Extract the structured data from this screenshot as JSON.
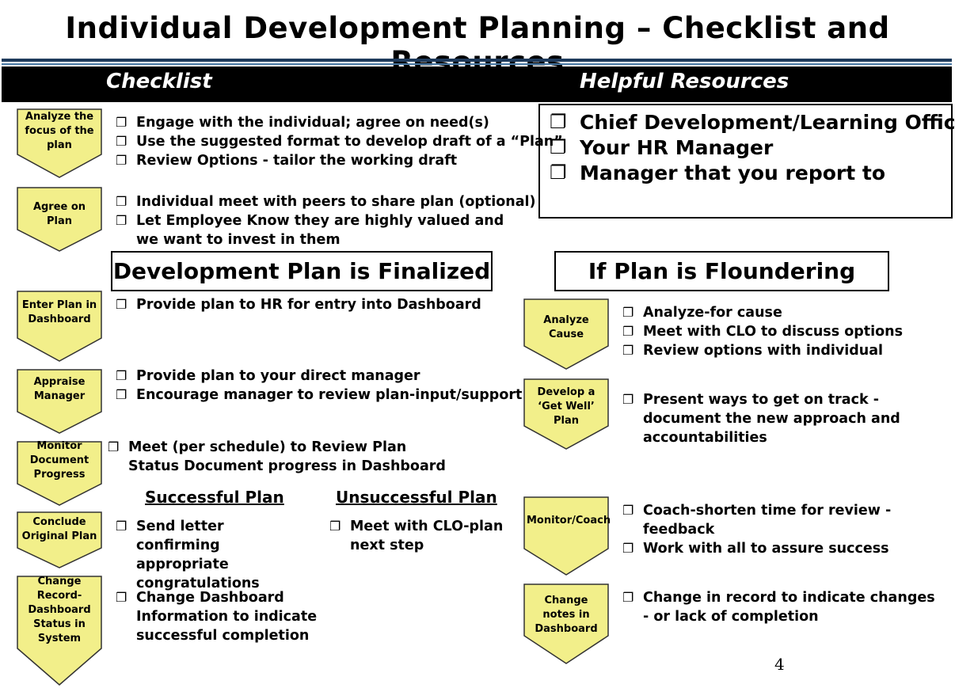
{
  "title": "Individual Development Planning – Checklist and Resources",
  "band": {
    "left": "Checklist",
    "right": "Helpful Resources"
  },
  "checkbox_icon": "❐",
  "resources": [
    "Chief Development/Learning Officer",
    "Your HR Manager",
    "Manager that you report to"
  ],
  "left_steps": {
    "analyze": "Analyze the focus of the plan",
    "agree": "Agree on Plan",
    "enter": "Enter Plan in Dashboard",
    "appraise": "Appraise Manager",
    "monitor": "Monitor Document Progress",
    "conclude": "Conclude Original Plan",
    "change": "Change Record-Dashboard Status in System"
  },
  "right_steps": {
    "cause": "Analyze Cause",
    "getwell": "Develop a ‘Get Well’ Plan",
    "coach": "Monitor/Coach",
    "notes": "Change notes in Dashboard"
  },
  "items": {
    "analyze": [
      "Engage with the individual; agree on need(s)",
      "Use the suggested format to develop draft of a “Plan”",
      "Review Options - tailor the working draft"
    ],
    "agree": [
      "Individual meet with peers to share plan (optional)",
      "Let Employee Know they are highly valued and we want to invest in them"
    ],
    "enter": [
      "Provide plan to HR for entry into Dashboard"
    ],
    "appraise": [
      "Provide plan to your direct manager",
      "Encourage manager to review plan-input/support"
    ],
    "monitor": [
      "Meet (per schedule) to Review Plan Status Document progress in Dashboard"
    ],
    "conclude_success": [
      "Send letter confirming appropriate congratulations"
    ],
    "conclude_fail": [
      "Meet with CLO-plan next step"
    ],
    "change": [
      "Change Dashboard Information to indicate successful completion"
    ],
    "cause": [
      "Analyze-for cause",
      "Meet with CLO to discuss options",
      "Review options with individual"
    ],
    "getwell": [
      "Present ways to get on track - document the new approach and accountabilities"
    ],
    "coach": [
      "Coach-shorten time for review - feedback",
      "Work with all to assure success"
    ],
    "notes": [
      "Change in record to indicate changes - or lack of completion"
    ]
  },
  "headings": {
    "finalized": "Development Plan is Finalized",
    "floundering": "If Plan is Floundering",
    "successful": "Successful Plan",
    "unsuccessful": "Unsuccessful Plan"
  },
  "page_number": "4",
  "colors": {
    "chevron_fill": "#f2ef8a",
    "chevron_stroke": "#333333",
    "band": "#000000",
    "rule": "#1f3b5c"
  }
}
